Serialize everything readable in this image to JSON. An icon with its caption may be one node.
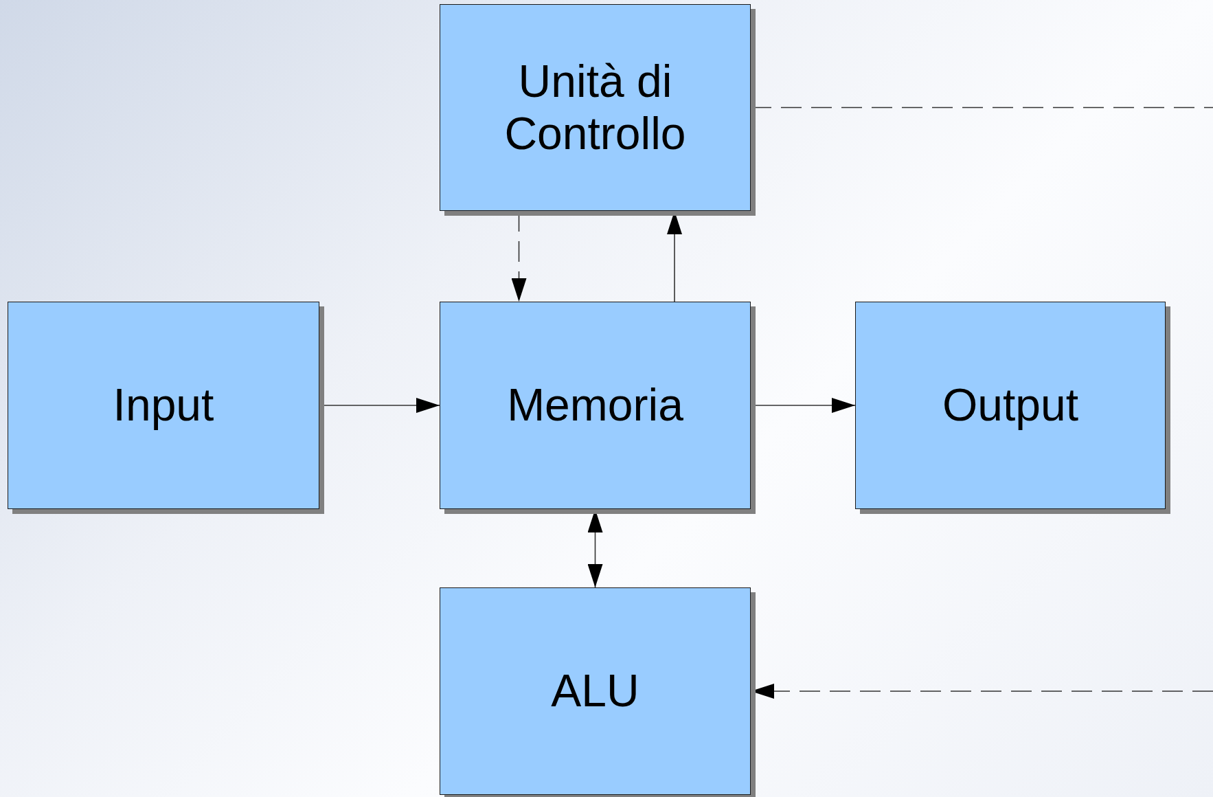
{
  "diagram": {
    "nodes": [
      {
        "text": [
          "Unità di Controllo"
        ]
      },
      {
        "text": [
          "Input"
        ]
      },
      {
        "text": [
          "Memoria"
        ]
      },
      {
        "text": [
          "Output"
        ]
      },
      {
        "text": [
          "ALU"
        ]
      }
    ],
    "edges": [
      {
        "from": 0,
        "to": 2,
        "arrow": "to",
        "style": "dashed"
      },
      {
        "from": 2,
        "to": 0,
        "arrow": "to"
      },
      {
        "from": 1,
        "to": 2,
        "arrow": "to"
      },
      {
        "from": 2,
        "to": 3,
        "arrow": "to"
      },
      {
        "from": 2,
        "to": 4,
        "arrow": "both"
      },
      {
        "from": 0,
        "to": null,
        "arrow": "none",
        "style": "dashed"
      },
      {
        "from": null,
        "to": 4,
        "arrow": "to",
        "style": "dashed"
      }
    ]
  }
}
